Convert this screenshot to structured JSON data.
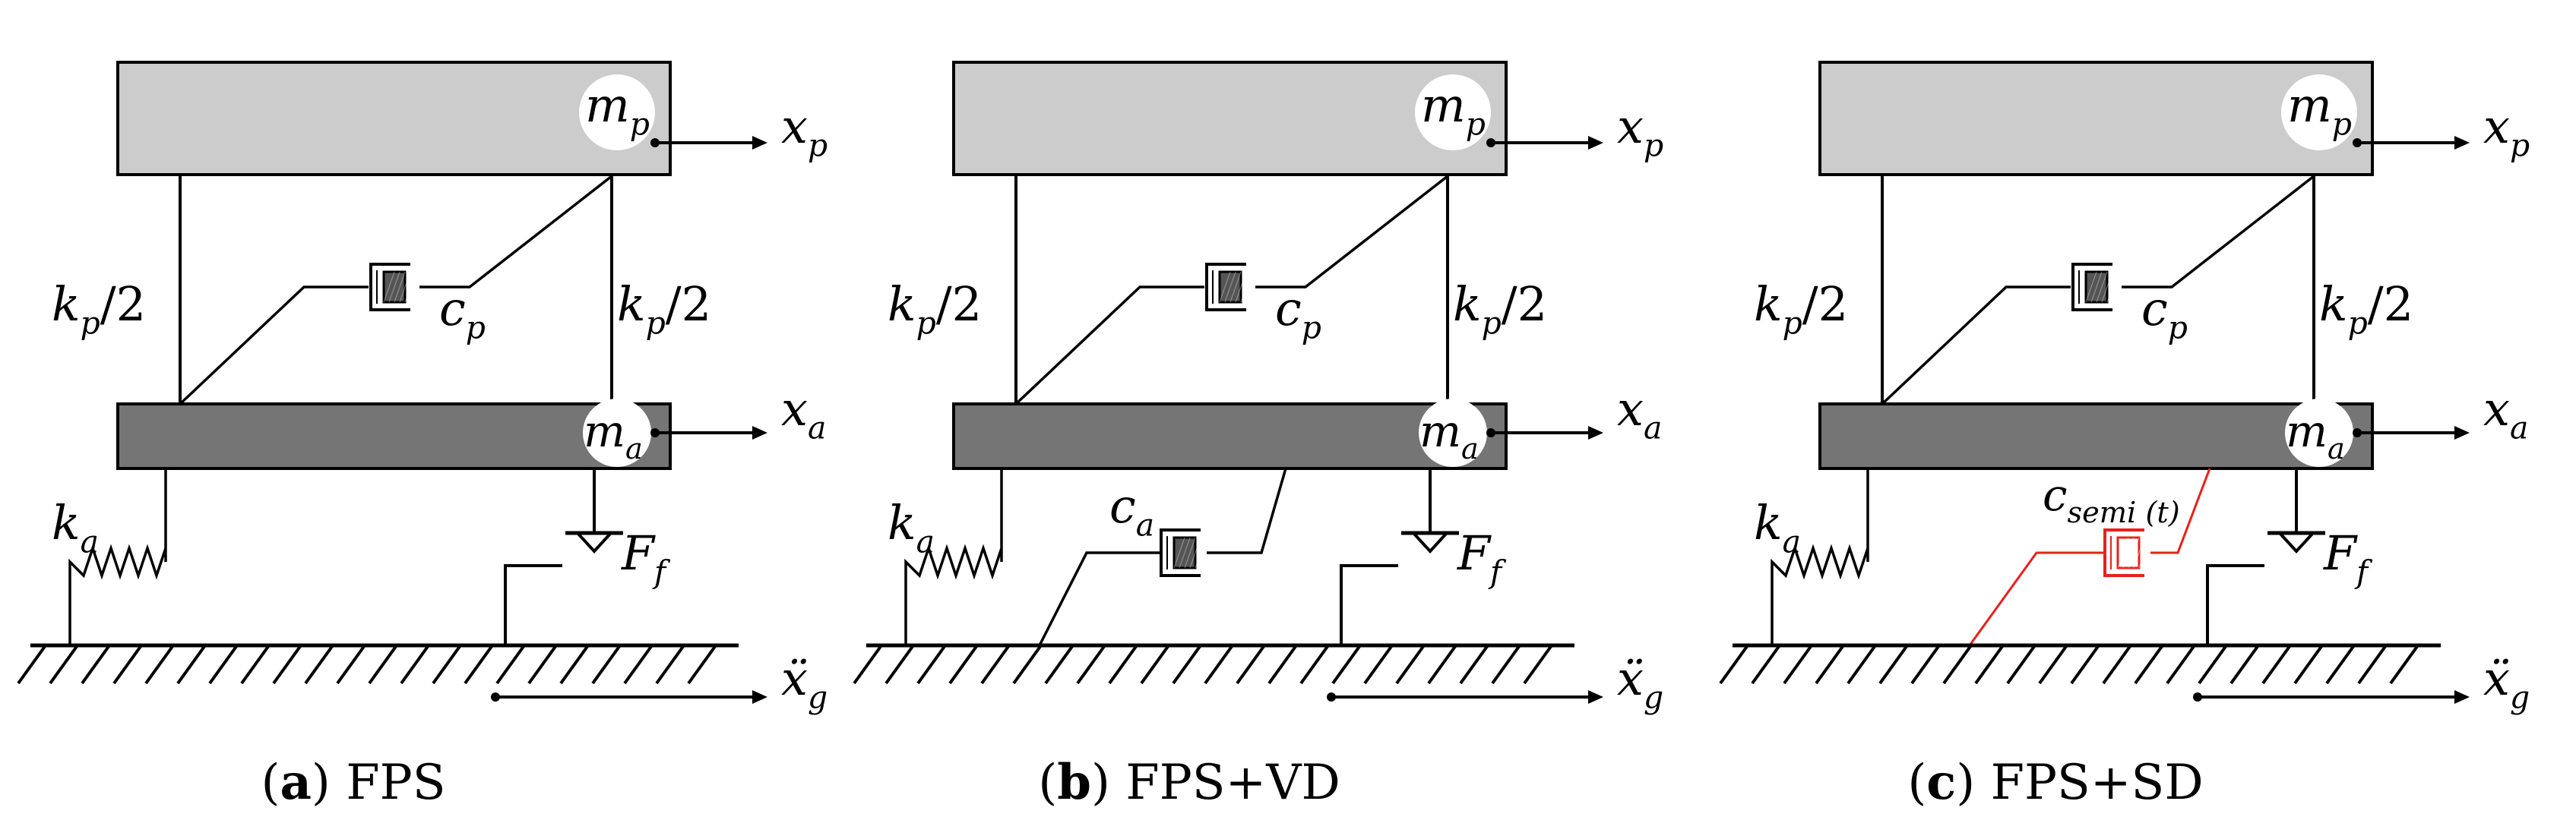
{
  "figure": {
    "colors": {
      "upper_mass": "#cccccc",
      "lower_mass": "#757575",
      "line": "#000000",
      "semi_damper": "#e8201c",
      "damper_fill": "#555555"
    },
    "panels": [
      {
        "id": "a",
        "caption_letter": "a",
        "caption_text": "FPS",
        "labels": {
          "mp": "m",
          "mp_sub": "p",
          "xp": "x",
          "xp_sub": "p",
          "kp_left": "k",
          "kp_left_sub": "p",
          "kp_left_tail": "/2",
          "kp_right": "k",
          "kp_right_sub": "p",
          "kp_right_tail": "/2",
          "cp": "c",
          "cp_sub": "p",
          "ma": "m",
          "ma_sub": "a",
          "xa": "x",
          "xa_sub": "a",
          "ka": "k",
          "ka_sub": "a",
          "ff": "F",
          "ff_sub": "f",
          "xg": "ẍ",
          "xg_sub": "g"
        },
        "isolation_damper": null
      },
      {
        "id": "b",
        "caption_letter": "b",
        "caption_text": "FPS+VD",
        "labels": {
          "mp": "m",
          "mp_sub": "p",
          "xp": "x",
          "xp_sub": "p",
          "kp_left": "k",
          "kp_left_sub": "p",
          "kp_left_tail": "/2",
          "kp_right": "k",
          "kp_right_sub": "p",
          "kp_right_tail": "/2",
          "cp": "c",
          "cp_sub": "p",
          "ma": "m",
          "ma_sub": "a",
          "xa": "x",
          "xa_sub": "a",
          "ka": "k",
          "ka_sub": "a",
          "ff": "F",
          "ff_sub": "f",
          "xg": "ẍ",
          "xg_sub": "g"
        },
        "isolation_damper": {
          "type": "viscous",
          "label": "c",
          "label_sub": "a"
        }
      },
      {
        "id": "c",
        "caption_letter": "c",
        "caption_text": "FPS+SD",
        "labels": {
          "mp": "m",
          "mp_sub": "p",
          "xp": "x",
          "xp_sub": "p",
          "kp_left": "k",
          "kp_left_sub": "p",
          "kp_left_tail": "/2",
          "kp_right": "k",
          "kp_right_sub": "p",
          "kp_right_tail": "/2",
          "cp": "c",
          "cp_sub": "p",
          "ma": "m",
          "ma_sub": "a",
          "xa": "x",
          "xa_sub": "a",
          "ka": "k",
          "ka_sub": "a",
          "ff": "F",
          "ff_sub": "f",
          "xg": "ẍ",
          "xg_sub": "g"
        },
        "isolation_damper": {
          "type": "semi-active",
          "label": "c",
          "label_sub": "semi (t)"
        }
      }
    ]
  }
}
